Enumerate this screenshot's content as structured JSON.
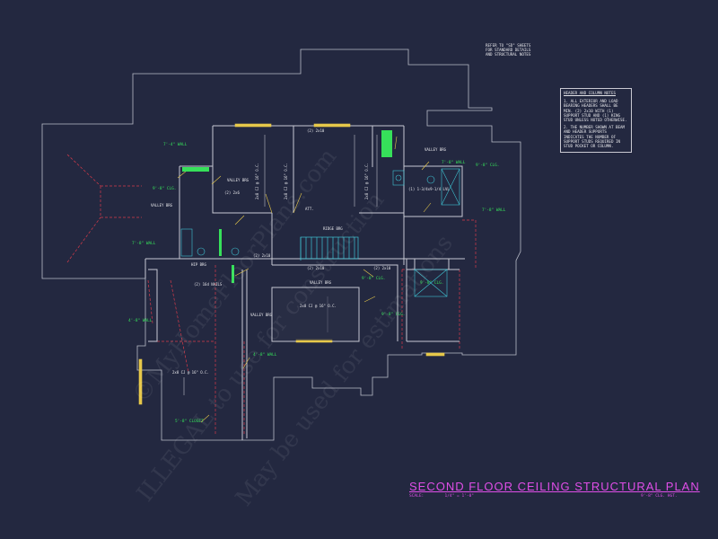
{
  "notes": {
    "refer": [
      "REFER TO \"SD\" SHEETS",
      "FOR STANDARD DETAILS",
      "AND STRUCTURAL NOTES"
    ],
    "header_title": "HEADER AND COLUMN NOTES",
    "header_note_1": "1. ALL EXTERIOR AND LOAD BEARING HEADERS SHALL BE MIN. (2) 2x10 WITH (1) SUPPORT STUD AND (1) KING STUD UNLESS NOTED OTHERWISE.",
    "header_note_2": "2. THE NUMBER SHOWN AT BEAM AND HEADER SUPPORTS INDICATES THE NUMBER OF SUPPORT STUDS REQUIRED IN STUD POCKET OR COLUMN."
  },
  "labels": {
    "wall_7_4": "7'-4\" WALL",
    "clg_9_8_left": "9'-8\" CLG.",
    "valley_brg_left": "VALLEY BRG",
    "wall_7_8_left": "7'-8\" WALL",
    "valley_brg_top": "VALLEY BRG",
    "hdr_2x6": "(2) 2x6",
    "hdr_2x10_top": "(2) 2x10",
    "joists_a": "2x8 CJ @ 16\" O.C.",
    "joists_b": "2x8 CJ @ 16\" O.C.",
    "joists_c": "2x8 CJ @ 16\" O.C.",
    "attic": "ATT.",
    "valley_brg_bath": "VALLEY BRG",
    "wall_7_8_bath": "7'-8\" WALL",
    "clg_9_8_bath": "9'-8\" CLG.",
    "lvl": "(1) 1-3/4x9-1/4 LVL",
    "wall_7_8_right": "7'-8\" WALL",
    "ridge_brg": "RIDGE BRG",
    "hdr_2x10_a": "(2) 2x10",
    "hdr_2x10_b": "(2) 2x10",
    "hdr_2x10_c": "(2) 2x10",
    "valley_brg_mid": "VALLEY BRG",
    "hip_brg": "HIP BRG",
    "nails": "(2) 16d NAILS",
    "clg_9_8_mid": "9'-8\" CLG.",
    "clg_9_8_right": "9'-8\" CLG.",
    "clg_9_8_lower": "9'-8\" CLG.",
    "joists_d": "2x8 CJ @ 16\" O.C.",
    "valley_brg_low": "VALLEY BRG",
    "wall_4_8_left": "4'-8\" WALL",
    "wall_4_8_right": "4'-8\" WALL",
    "joists_e": "2x8 CJ @ 16\" O.C.",
    "closet": "5'-8\" CLOSET"
  },
  "title": {
    "text": "SECOND FLOOR CEILING STRUCTURAL PLAN",
    "scale_label": "SCALE:",
    "scale_value": "1/4\" = 1'-0\"",
    "ceiling": "9'-8\" CLG. HGT."
  },
  "watermark": {
    "line1": "©MyHomeFloorPlans.com",
    "line2": "ILLEGAL to use for construction",
    "line3": "May be used for estimations"
  }
}
